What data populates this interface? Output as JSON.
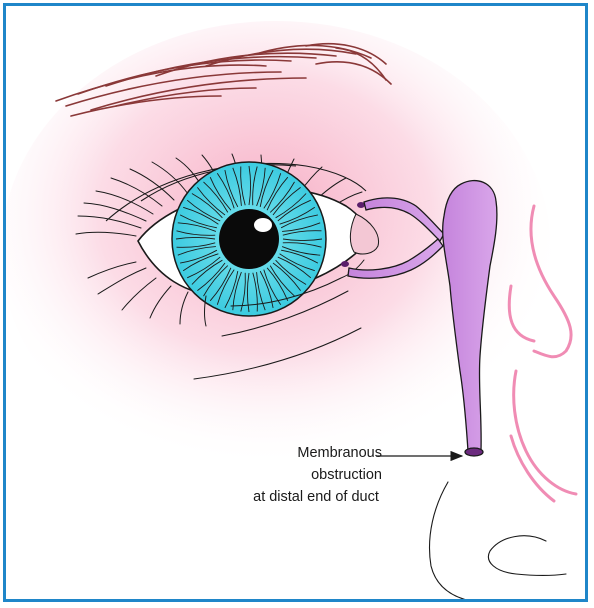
{
  "diagram": {
    "annotation": {
      "lines": [
        "Membranous",
        "obstruction",
        "at distal end of duct"
      ]
    },
    "colors": {
      "frame": "#1f86c9",
      "skin_glow": "#f7b8cb",
      "iris": "#4fd8e8",
      "duct": "#cd8fe0",
      "nose_outline": "#f08cb4",
      "brow": "#8a3838"
    },
    "icons": [
      "eye-icon",
      "lacrimal-duct-icon",
      "arrow-icon"
    ]
  }
}
